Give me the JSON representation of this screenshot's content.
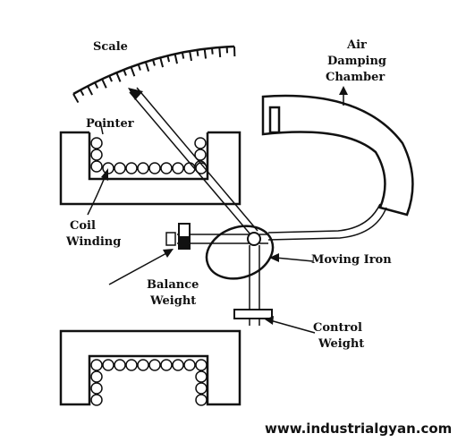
{
  "labels": {
    "scale": "Scale",
    "air_damping_line1": "Air",
    "air_damping_line2": "Damping",
    "air_damping_line3": "Chamber",
    "pointer": "Pointer",
    "coil_winding_line1": "Coil",
    "coil_winding_line2": "Winding",
    "moving_iron": "Moving Iron",
    "balance_weight_line1": "Balance",
    "balance_weight_line2": "Weight",
    "control_weight_line1": "Control",
    "control_weight_line2": "Weight"
  },
  "watermark": "www.industrialgyan.com"
}
